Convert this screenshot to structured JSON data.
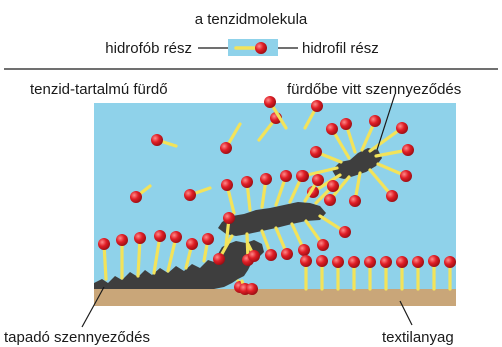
{
  "legend": {
    "title": "a tenzidmolekula",
    "hydrophobic_label": "hidrofób rész",
    "hydrophilic_label": "hidrofil rész"
  },
  "labels": {
    "bath": "tenzid-tartalmú fürdő",
    "dirt_in_bath": "fürdőbe vitt szennyeződés",
    "adhered_dirt": "tapadó szennyeződés",
    "fabric": "textilanyag"
  },
  "colors": {
    "water": "#8fd2ea",
    "fabric": "#c9a679",
    "dirt": "#3e3e3e",
    "head": "#e01e26",
    "tail": "#f3e35a"
  }
}
